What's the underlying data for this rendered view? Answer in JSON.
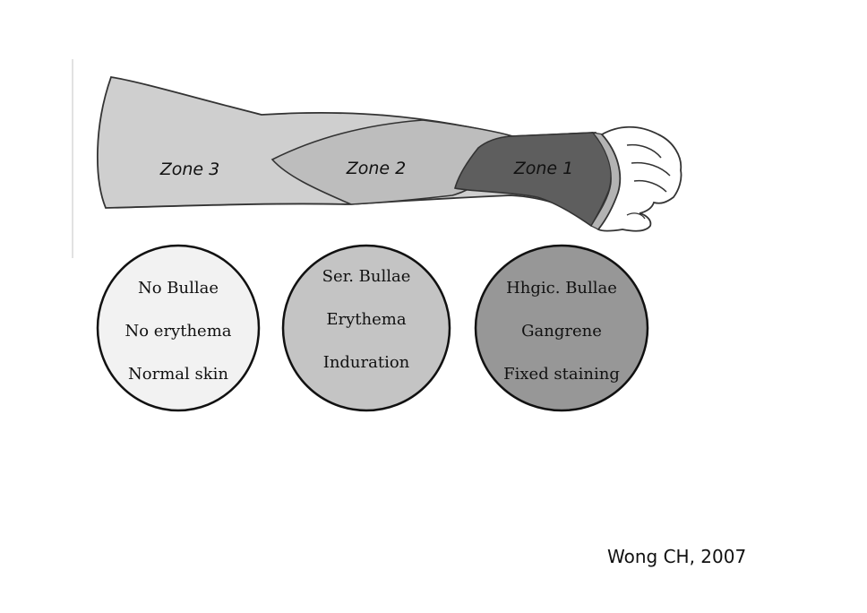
{
  "zones": [
    {
      "label": "Zone 3"
    },
    {
      "label": "Zone 2"
    },
    {
      "label": "Zone 1"
    }
  ],
  "circles": [
    {
      "lines": [
        "No Bullae",
        "No erythema",
        "Normal skin"
      ],
      "fill": "#f2f2f2"
    },
    {
      "lines": [
        "Ser. Bullae",
        "Erythema",
        "Induration"
      ],
      "fill": "#c4c4c4"
    },
    {
      "lines": [
        "Hhgic. Bullae",
        "Gangrene",
        "Fixed staining"
      ],
      "fill": "#979797"
    }
  ],
  "colors": {
    "zone3": "#cfcfcf",
    "zone2": "#bdbdbd",
    "zone1": "#5e5e5e",
    "hand": "#ffffff",
    "outline": "#333333"
  },
  "citation": "Wong CH, 2007"
}
